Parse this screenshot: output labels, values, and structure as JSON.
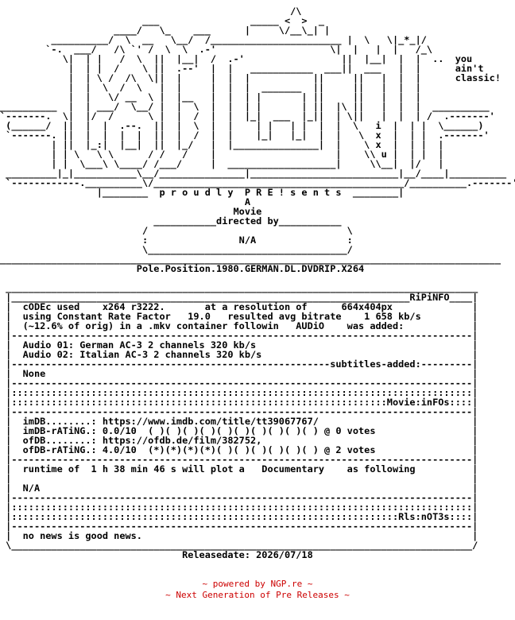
{
  "art": {
    "logo": "                                                   /\\\n                         ___                _____ <  >  _\n                    ____/   \\_    ___      |     \\/__\\_| |\n         __________/  \\  __   \\__/  /_______________________ |  \\   \\|_*_|/\n        `-.  ___/   /\\ `' /  \\  \\  .-'                    \\|  |   |  |   /_\\\n           \\|  | |   /  \\  ||  |__|  /  .-'                 ||  |__|  |  |  ..  you\n            |  | |  /    \\ ||  .--'  |  |   ___________  ___||  ___   |  |      ain't\n            |  | \\ /  /\\  \\||  |     |  |  |           ||     ||   |  |  |      classic!\n            |  |  \\  /  \\   |  |     |  |  |  _______  ||     ||   |  |  |\n            |  |   \\/ __  \\ |  |__   |  |  | |       | ||     ||   |  |  |\n__________  |  | ___/  \\__/ |  |  \\  |  |  | |       | ||  |\\ ||   |  |  |  __________\n`-------.  \\|  |/  /      \\ |  |  /  |  |  |_|  ___  |_||  | \\||   |  |  | /  .-------'\n (______/  ||  |  |  .--.  ||  |  \\  |  |    | |   | |  |  |  \\   i  |  | |  \\______)\n `-------. ||  |  |  |  |  ||  |  /  |  |    |_|   |_|  |  |   \\  x  |  | |  .-------'\n         | ||  |_:|  |__|  ||  |_/   |  |_______________|  |    \\ x  |  | |  |\n         | | \\   \\ \\      / /   /    |                     |    \\\\ u |  | |  |\n         | |  \\___\\ \\____/ /___/     |  ___________________|     \\\\__|  |/   |\n _________|_|___________\\__/_______________|__________________________|__/____|__________\n `------------.__________\\/____________________________________________/__________.-------'",
    "proudly": "p r o u d l y  P R E ! s e n t s",
    "a": "A",
    "movie": "Movie",
    "directed_by": "directed by",
    "director": "N/A",
    "release_name": "Pole.Position.1980.GERMAN.DL.DVDRIP.X264"
  },
  "rip_info": {
    "header": "RiPiNFO",
    "codec_label": "cODEc used",
    "codec": "x264 r3222.",
    "resolution_label": "at a resolution of",
    "resolution": "664x404px",
    "crf_label": "using Constant Rate Factor",
    "crf": "19.0",
    "bitrate_label": "resulted avg bitrate",
    "bitrate": "1 658 kb/s",
    "ratio": "(~12.6% of orig)",
    "container": "in a .mkv container followin",
    "audio_added": "AUDiO    was added:",
    "audio": [
      "Audio 01: German AC-3 2 channels 320 kb/s",
      "Audio 02: Italian AC-3 2 channels 320 kb/s"
    ],
    "subtitles_header": "subtitles-added:",
    "subtitles": "None"
  },
  "movie_info": {
    "header": "Movie:inFOs",
    "imdb_label": "imDB........:",
    "imdb_url": "https://www.imdb.com/title/tt39067767/",
    "imdb_rating_label": "imDB-rATiNG.:",
    "imdb_rating": "0.0/10  ( )( )( )( )( )( )( )( )( )( ) @ 0 votes",
    "ofdb_label": "ofDB........:",
    "ofdb_url": "https://ofdb.de/film/382752,",
    "ofdb_rating_label": "ofDB-rATiNG.:",
    "ofdb_rating": "4.0/10  (*)(*)(*)(*)( )( )( )( )( )( ) @ 2 votes",
    "runtime_line": "runtime of  1 h 38 min 46 s will plot a   Documentary    as following",
    "plot": "N/A"
  },
  "release_notes": {
    "header": "Rls:nOT3s",
    "note": "no news is good news.",
    "release_date": "Releasedate: 2026/07/18"
  },
  "footer": {
    "powered": "~ powered by NGP.re ~",
    "tagline": "~ Next Generation of Pre Releases ~"
  }
}
